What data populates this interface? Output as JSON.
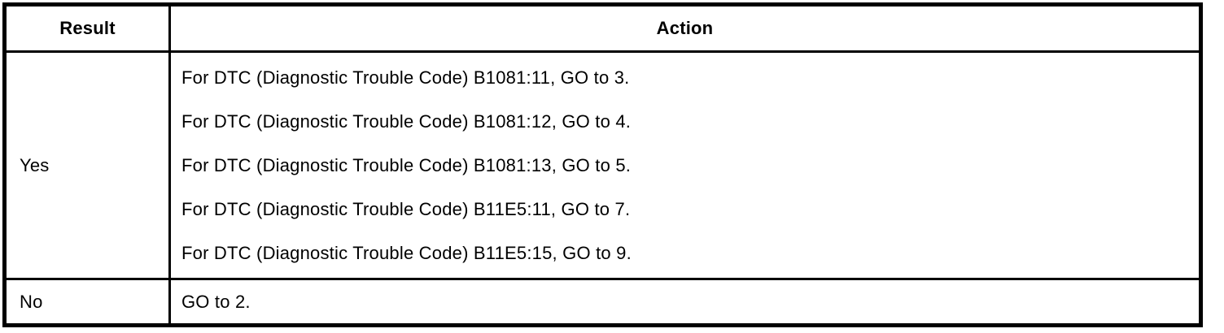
{
  "table": {
    "headers": {
      "result": "Result",
      "action": "Action"
    },
    "rows": [
      {
        "result": "Yes",
        "actions": [
          "For DTC (Diagnostic Trouble Code) B1081:11, GO to 3.",
          "For DTC (Diagnostic Trouble Code) B1081:12, GO to 4.",
          "For DTC (Diagnostic Trouble Code) B1081:13, GO to 5.",
          "For DTC (Diagnostic Trouble Code) B11E5:11, GO to 7.",
          "For DTC (Diagnostic Trouble Code) B11E5:15, GO to 9."
        ]
      },
      {
        "result": "No",
        "actions": [
          "GO to 2."
        ]
      }
    ],
    "colors": {
      "border": "#000000",
      "text": "#000000",
      "background": "#ffffff"
    }
  }
}
